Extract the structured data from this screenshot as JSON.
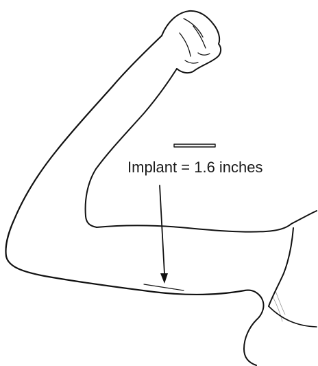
{
  "figure": {
    "label": "Implant = 1.6 inches",
    "colors": {
      "outline": "#111111",
      "background": "#ffffff",
      "implant_fill": "#f4f4f4"
    },
    "icons": {
      "arm": "flexed-arm-drawing",
      "pointer": "arrow-down-icon",
      "scale_bar": "implant-scale-bar",
      "implant_mark": "implant-site-mark"
    }
  }
}
